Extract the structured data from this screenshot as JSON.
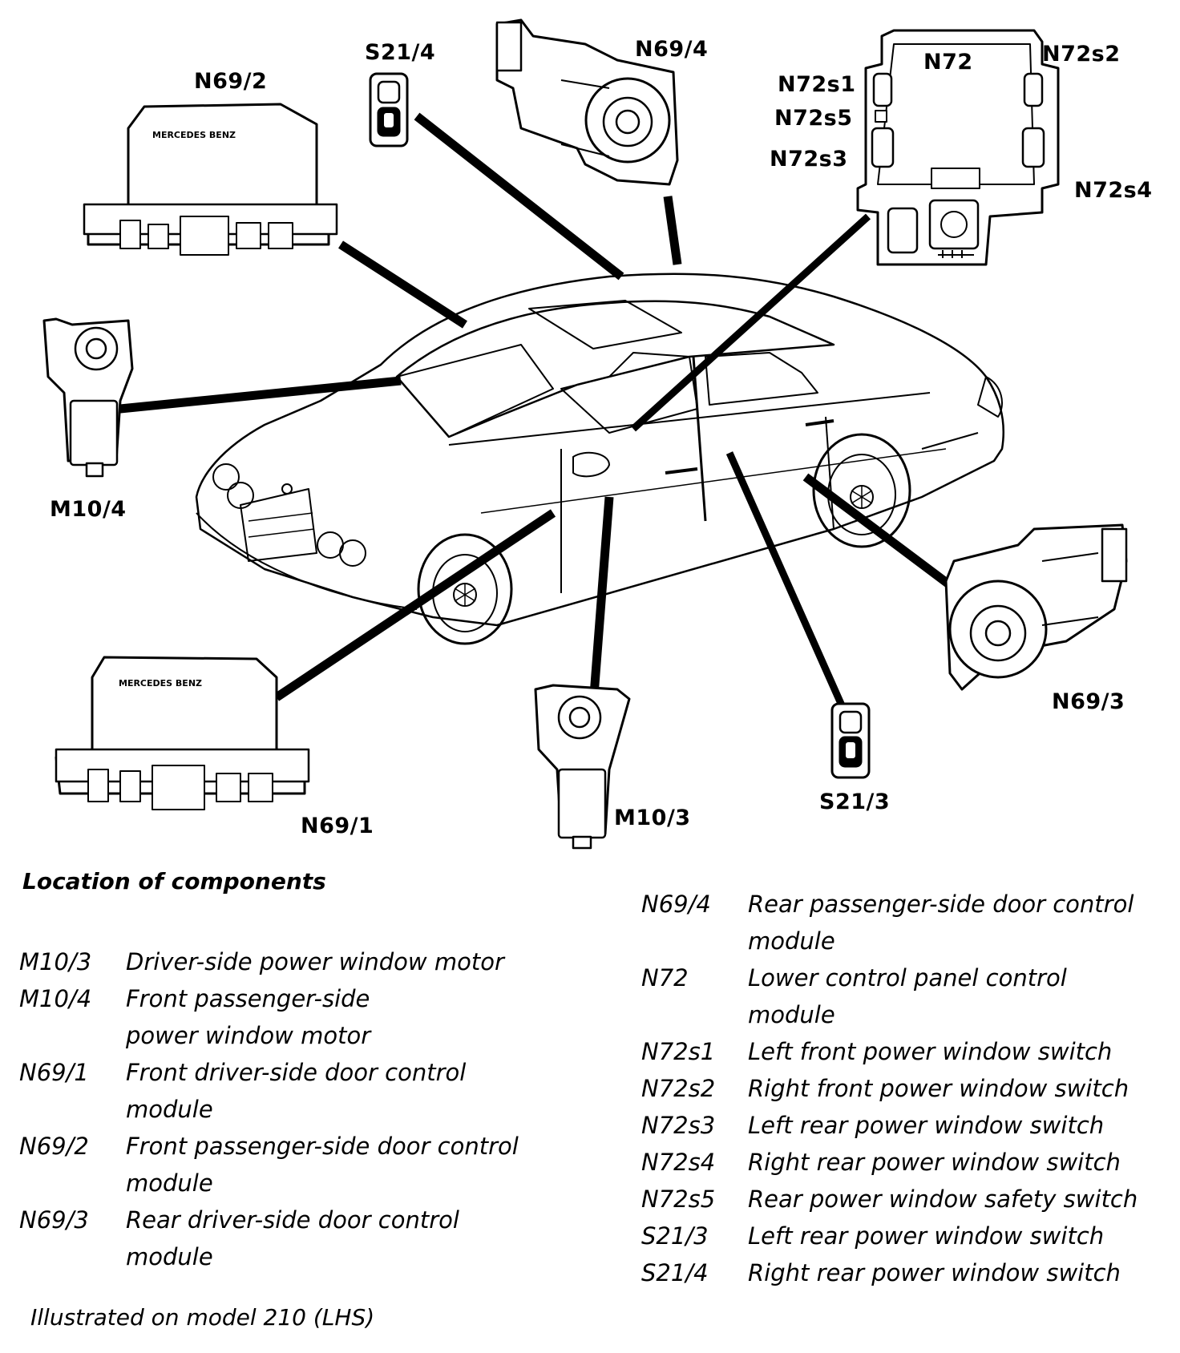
{
  "callouts": {
    "n69_2": "N69/2",
    "s21_4": "S21/4",
    "n69_4": "N69/4",
    "n72": "N72",
    "n72s2": "N72s2",
    "n72s1": "N72s1",
    "n72s5": "N72s5",
    "n72s3": "N72s3",
    "n72s4": "N72s4",
    "m10_4": "M10/4",
    "n69_3": "N69/3",
    "n69_1": "N69/1",
    "m10_3": "M10/3",
    "s21_3": "S21/3"
  },
  "module_brand": "MERCEDES BENZ",
  "legend": {
    "title": "Location of components",
    "left": [
      {
        "code": "M10/3",
        "lines": [
          "Driver-side power window motor"
        ]
      },
      {
        "code": "M10/4",
        "lines": [
          "Front passenger-side",
          "power window motor"
        ]
      },
      {
        "code": "N69/1",
        "lines": [
          "Front driver-side door control",
          "module"
        ]
      },
      {
        "code": "N69/2",
        "lines": [
          "Front passenger-side door control",
          "module"
        ]
      },
      {
        "code": "N69/3",
        "lines": [
          "Rear driver-side door control",
          "module"
        ]
      }
    ],
    "right": [
      {
        "code": "N69/4",
        "lines": [
          "Rear passenger-side door control",
          "module"
        ]
      },
      {
        "code": "N72",
        "lines": [
          "Lower control panel control",
          "module"
        ]
      },
      {
        "code": "N72s1",
        "lines": [
          "Left front power window switch"
        ]
      },
      {
        "code": "N72s2",
        "lines": [
          "Right front power window switch"
        ]
      },
      {
        "code": "N72s3",
        "lines": [
          "Left rear power window switch"
        ]
      },
      {
        "code": "N72s4",
        "lines": [
          "Right rear power window switch"
        ]
      },
      {
        "code": "N72s5",
        "lines": [
          "Rear power window safety switch"
        ]
      },
      {
        "code": "S21/3",
        "lines": [
          "Left rear power window switch"
        ]
      },
      {
        "code": "S21/4",
        "lines": [
          "Right rear power window switch"
        ]
      }
    ]
  },
  "footnote": "Illustrated on model 210 (LHS)"
}
